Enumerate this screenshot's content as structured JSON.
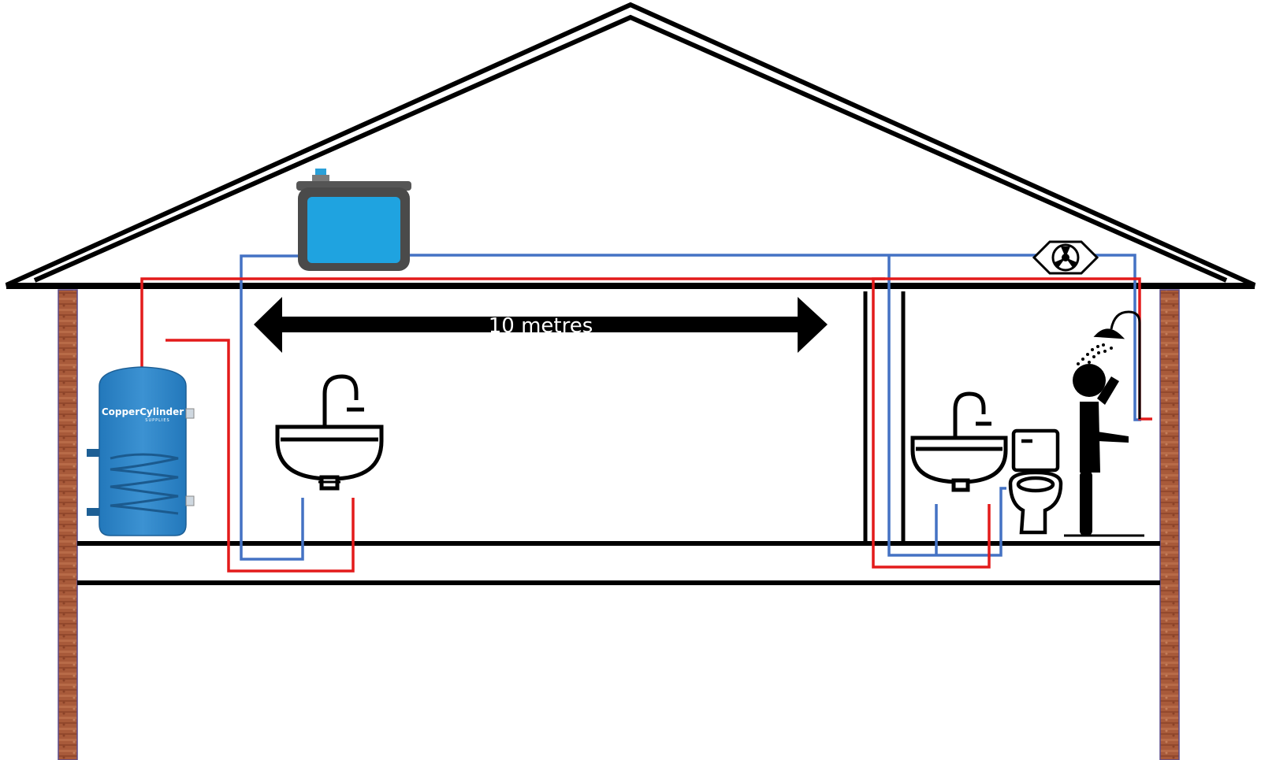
{
  "distance_label": "10 metres",
  "cylinder_logo": {
    "brand": "CopperCylinder",
    "sub": "SUPPLIES"
  },
  "colors": {
    "hot_pipe": "#e31b1b",
    "cold_pipe": "#4472c4",
    "tank_water": "#1fa3e0",
    "cylinder": "#2a7fc0",
    "brick": "#a85a3a",
    "structure": "#000000"
  },
  "icons": {
    "tank": "cold-water-tank-icon",
    "cylinder": "hot-water-cylinder-icon",
    "sink_main": "sink-icon",
    "sink_bathroom": "sink-icon",
    "toilet": "toilet-icon",
    "shower": "shower-icon",
    "person": "person-showering-icon",
    "fan": "extractor-fan-icon"
  }
}
